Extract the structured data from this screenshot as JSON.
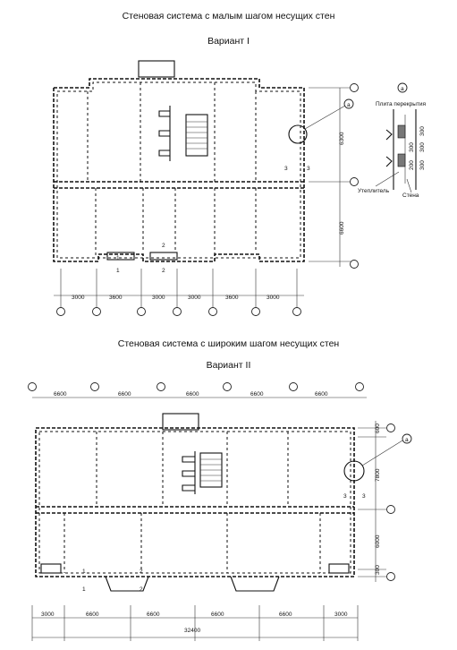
{
  "variant1": {
    "heading": "Стеновая система с малым шагом несущих стен",
    "subheading": "Вариант I",
    "bottom_dims": [
      "3000",
      "3600",
      "3000",
      "3000",
      "3600",
      "3000"
    ],
    "right_dims": [
      "6300",
      "6600"
    ],
    "section_labels": [
      "1",
      "1",
      "2",
      "2",
      "3",
      "3"
    ],
    "callout": "а",
    "detail": {
      "marker": "а",
      "slab_label": "Плита перекрытия",
      "insulation_label": "Утеплитель",
      "wall_label": "Стена",
      "dims": [
        "300",
        "300",
        "300",
        "200",
        "300"
      ]
    }
  },
  "variant2": {
    "heading": "Стеновая система с широким шагом несущих стен",
    "subheading": "Вариант II",
    "top_dims": [
      "6600",
      "6600",
      "6600",
      "6600",
      "6600"
    ],
    "right_dims": [
      "600",
      "7800",
      "6000",
      "300"
    ],
    "bottom_dims": [
      "3000",
      "6600",
      "6600",
      "6600",
      "6600",
      "3000"
    ],
    "total_dim": "32400",
    "section_labels": [
      "1",
      "1",
      "2",
      "2",
      "3",
      "3"
    ],
    "callout": "а"
  }
}
